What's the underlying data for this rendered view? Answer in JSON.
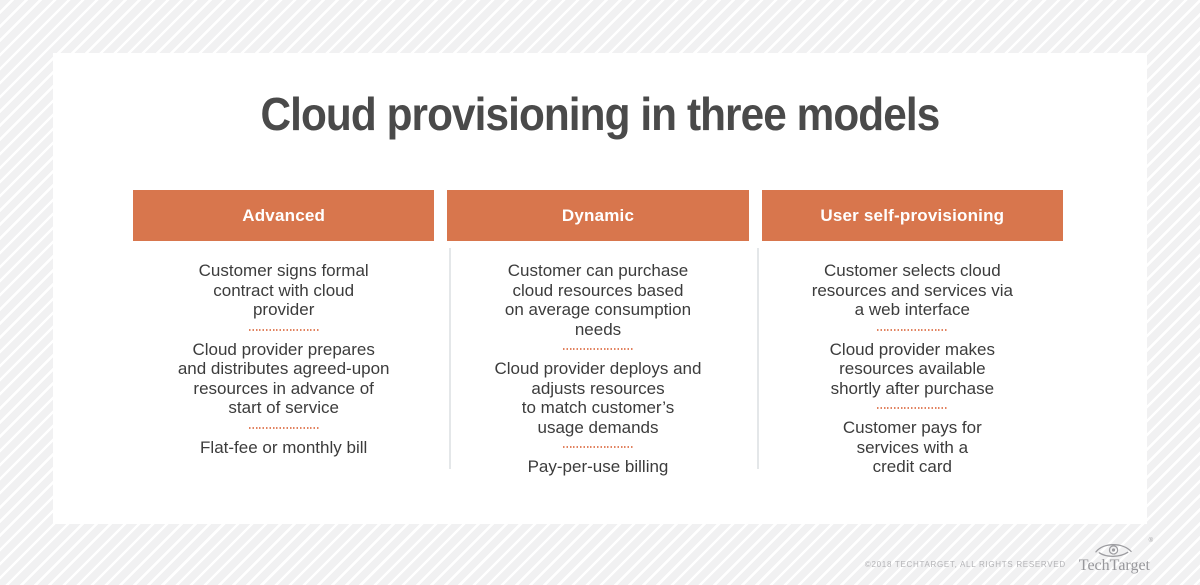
{
  "page": {
    "title": "Cloud provisioning in three models"
  },
  "columns": [
    {
      "header": "Advanced",
      "items": [
        "Customer signs formal\ncontract with cloud\nprovider",
        "Cloud provider prepares\nand distributes agreed-upon\nresources in advance of\nstart of service",
        "Flat-fee or monthly bill"
      ]
    },
    {
      "header": "Dynamic",
      "items": [
        "Customer can purchase\ncloud resources based\non average consumption\nneeds",
        "Cloud provider deploys and\nadjusts resources\nto match customer’s\nusage demands",
        "Pay-per-use billing"
      ]
    },
    {
      "header": "User self-provisioning",
      "items": [
        "Customer selects cloud\nresources and services via\na web interface",
        "Cloud provider makes\nresources available\nshortly after purchase",
        "Customer pays for\nservices with a\ncredit card"
      ]
    }
  ],
  "footer": {
    "copyright": "©2018 TECHTARGET, ALL RIGHTS RESERVED",
    "logo_text": "TechTarget",
    "registered_mark": "®"
  },
  "colors": {
    "accent_orange": "#d8764d",
    "separator_dots": "#e1825f",
    "title_gray": "#4a4a4a",
    "body_text": "#3c3c3c",
    "background_stripe_gray": "#f1f1f2",
    "logo_gray": "#97979b"
  }
}
